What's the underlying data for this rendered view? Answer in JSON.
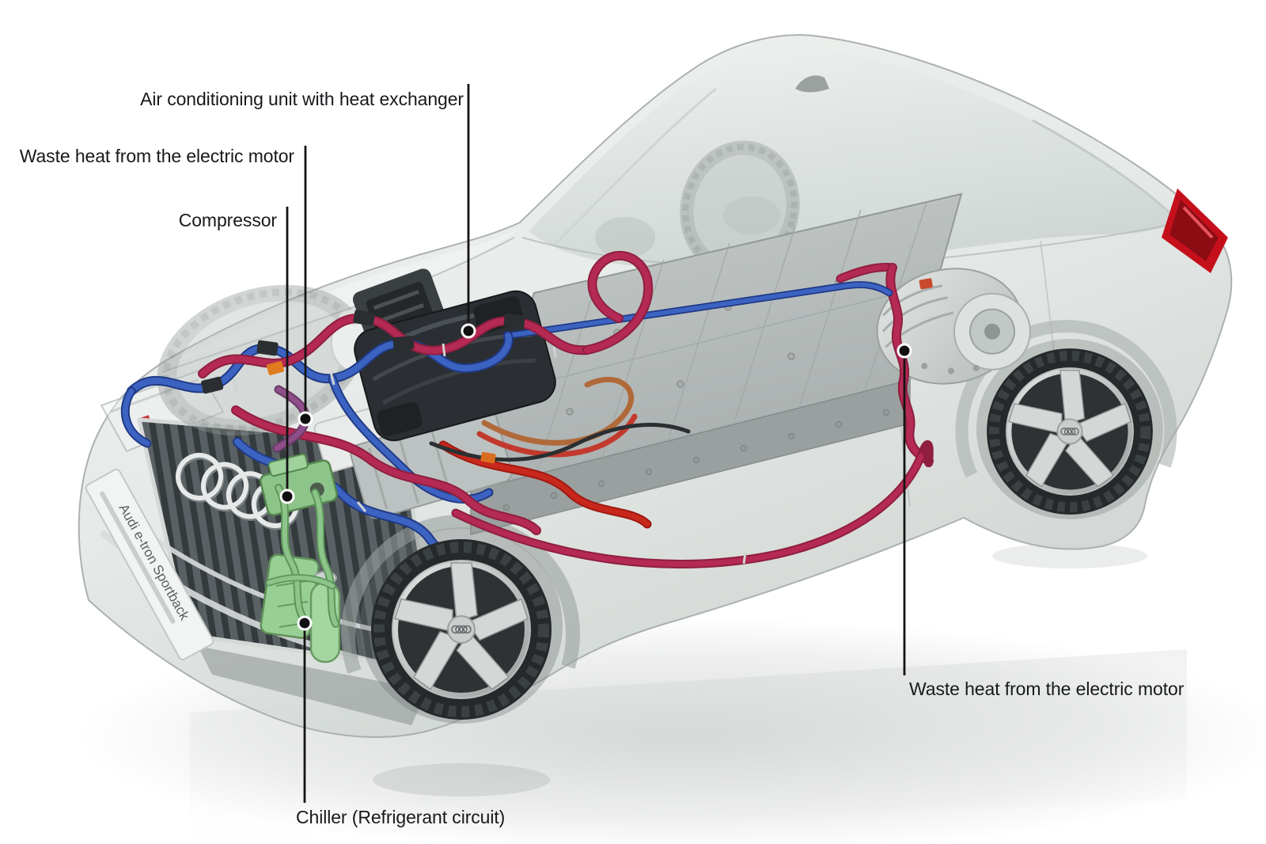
{
  "diagram": {
    "vehicle_plate_text": "Audi e-tron Sportback"
  },
  "labels": {
    "ac_unit": "Air conditioning unit with heat exchanger",
    "waste_heat_front": "Waste heat from the electric motor",
    "compressor": "Compressor",
    "chiller": "Chiller (Refrigerant circuit)",
    "waste_heat_rear": "Waste heat from the electric motor"
  },
  "colors": {
    "label_text": "#17191c",
    "leader_line": "#141414",
    "coolant_blue": "#3c63c2",
    "coolant_crimson": "#b42a55",
    "coolant_red": "#c8281c",
    "refrigerant_green": "#8cc489",
    "violet_hose": "#8e4e88",
    "connector_orange": "#e07b20",
    "taillight_red": "#c5101c",
    "car_body": "#e4e8e6"
  }
}
